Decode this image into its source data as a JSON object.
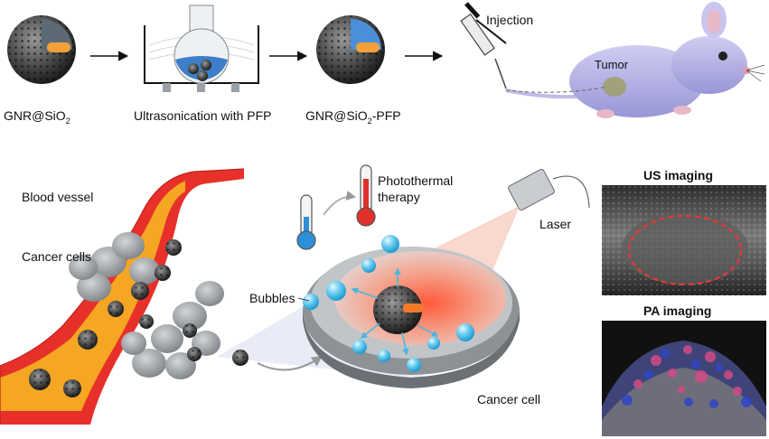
{
  "top_row": {
    "gnr_sio2_base": "GNR@SiO",
    "gnr_sio2_sub": "2",
    "ultrasonication": "Ultrasonication with PFP",
    "gnr_pfp_base": "GNR@SiO",
    "gnr_pfp_sub": "2",
    "gnr_pfp_suffix": "-PFP",
    "injection": "Injection",
    "tumor": "Tumor"
  },
  "bottom_left": {
    "blood_vessel": "Blood vessel",
    "cancer_cells": "Cancer cells",
    "bubbles": "Bubbles",
    "photothermal_line1": "Photothermal",
    "photothermal_line2": "therapy",
    "laser": "Laser",
    "cancer_cell": "Cancer cell"
  },
  "imaging": {
    "us_title": "US  imaging",
    "pa_title": "PA  imaging"
  },
  "colors": {
    "vessel_outer": "#e8302a",
    "vessel_inner": "#f5a623",
    "bubble": "#5fc8ee",
    "cell_fill": "#9aa0a6",
    "particle": "#3a3a3a",
    "mouse": "#b7b5e6",
    "thermo_hot": "#e0322a",
    "thermo_cold": "#2d8fd8",
    "us_dashed": "#e53935"
  }
}
